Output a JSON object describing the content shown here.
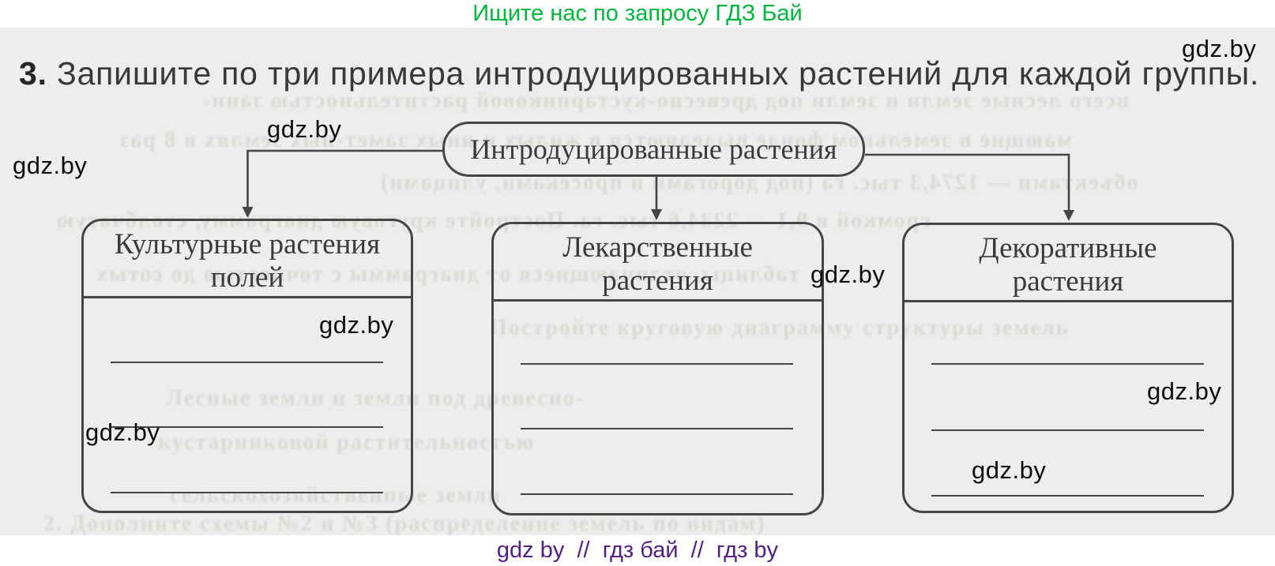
{
  "promo": {
    "text": "Ищите нас по запросу ГДЗ Бай",
    "color": "#00b93a"
  },
  "footer": {
    "text": "gdz by  //  гдз бай  //  гдз by",
    "color": "#511e87"
  },
  "task": {
    "number": "3.",
    "text": "Запишите по три примера интродуцированных растений для каждой группы."
  },
  "diagram": {
    "root_label": "Интродуцированные растения",
    "groups": [
      {
        "title_line1": "Культурные растения",
        "title_line2": "полей"
      },
      {
        "title_line1": "Лекарственные",
        "title_line2": "растения"
      },
      {
        "title_line1": "Декоративные",
        "title_line2": "растения"
      }
    ]
  },
  "watermark": {
    "text": "gdz.by"
  },
  "bleed": {
    "lines": [
      "всего лесные земли и земли под древесно-кустарниковой растительностью зани-",
      "мающие в земельном фонде выделяются в жилых и иных замет-ных землях в 8 раз",
      "объектами — 1274,3 тыс. га (под дорогами и просеками, улицами)",
      "громкой в 9,1 — 2234,6 тыс. га. Постройте круговую диаграмму, столбчатую",
      "таблицы, отличающиеся от диаграммы с точностью до сотых",
      "Постройте круговую диаграмму структуры земель",
      "Лесные земли и земли под древесно-",
      "кустарниковой растительностью",
      "сельскохозяйственные земли",
      "2. Дополните схемы №2 и №3 (распределение земель по видам)"
    ]
  }
}
